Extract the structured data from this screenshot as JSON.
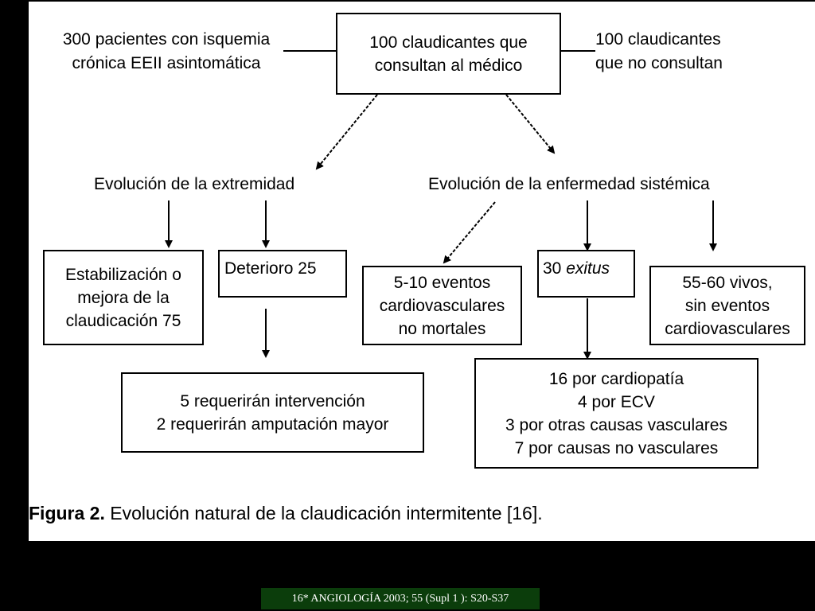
{
  "diagram": {
    "left_text": [
      "300 pacientes con isquemia",
      "crónica EEII asintomática"
    ],
    "top_box": [
      "100 claudicantes que",
      "consultan al médico"
    ],
    "right_text": [
      "100 claudicantes",
      "que no consultan"
    ],
    "limb_heading": "Evolución de la extremidad",
    "systemic_heading": "Evolución de la enfermedad sistémica",
    "stabilization_box": [
      "Estabilización o",
      "mejora de la",
      "claudicación  75"
    ],
    "deterioration_box": "Deterioro 25",
    "events_box": [
      "5-10 eventos",
      "cardiovasculares",
      "no mortales"
    ],
    "exitus_box": {
      "number": "30",
      "word": "exitus"
    },
    "alive_box": [
      "55-60 vivos,",
      "sin eventos",
      "cardiovasculares"
    ],
    "intervention_box": [
      "5 requerirán intervención",
      "2 requerirán amputación mayor"
    ],
    "causes_box": [
      "16 por cardiopatía",
      "4 por ECV",
      "3 por otras causas vasculares",
      "7 por causas no vasculares"
    ]
  },
  "caption": {
    "label": "Figura 2.",
    "text": " Evolución natural de la claudicación intermitente [16]."
  },
  "citation": "16* ANGIOLOGÍA 2003; 55 (Supl 1 ): S20-S37",
  "colors": {
    "background": "#000000",
    "slide": "#ffffff",
    "citation_bg": "#0b3d0b",
    "ink": "#000000"
  }
}
